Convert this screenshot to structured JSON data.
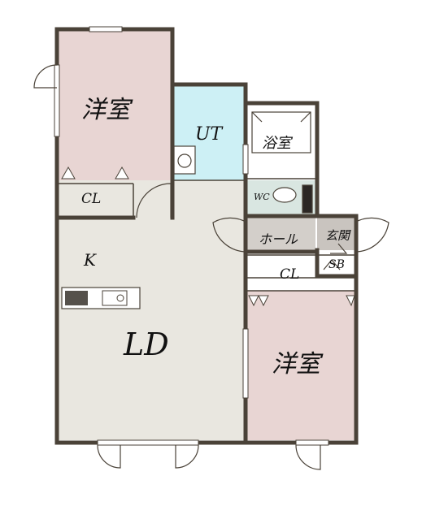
{
  "rooms": {
    "western_room_top": "洋室",
    "closet_top": "CL",
    "utility": "UT",
    "bath": "浴室",
    "toilet": "WC",
    "hall": "ホール",
    "entrance": "玄関",
    "shoe_box": "SB",
    "kitchen": "K",
    "living_dining": "LD",
    "closet_bottom": "CL",
    "western_room_bottom": "洋室"
  },
  "colors": {
    "wall": "#4a4238",
    "western_room_fill": "#e8d5d3",
    "living_fill": "#e9e7e0",
    "utility_fill": "#cdf0f5",
    "toilet_fill": "#d9e6e1",
    "hall_fill": "#d3cfca",
    "entrance_fill": "#c9c4bf",
    "white_fill": "#ffffff"
  }
}
